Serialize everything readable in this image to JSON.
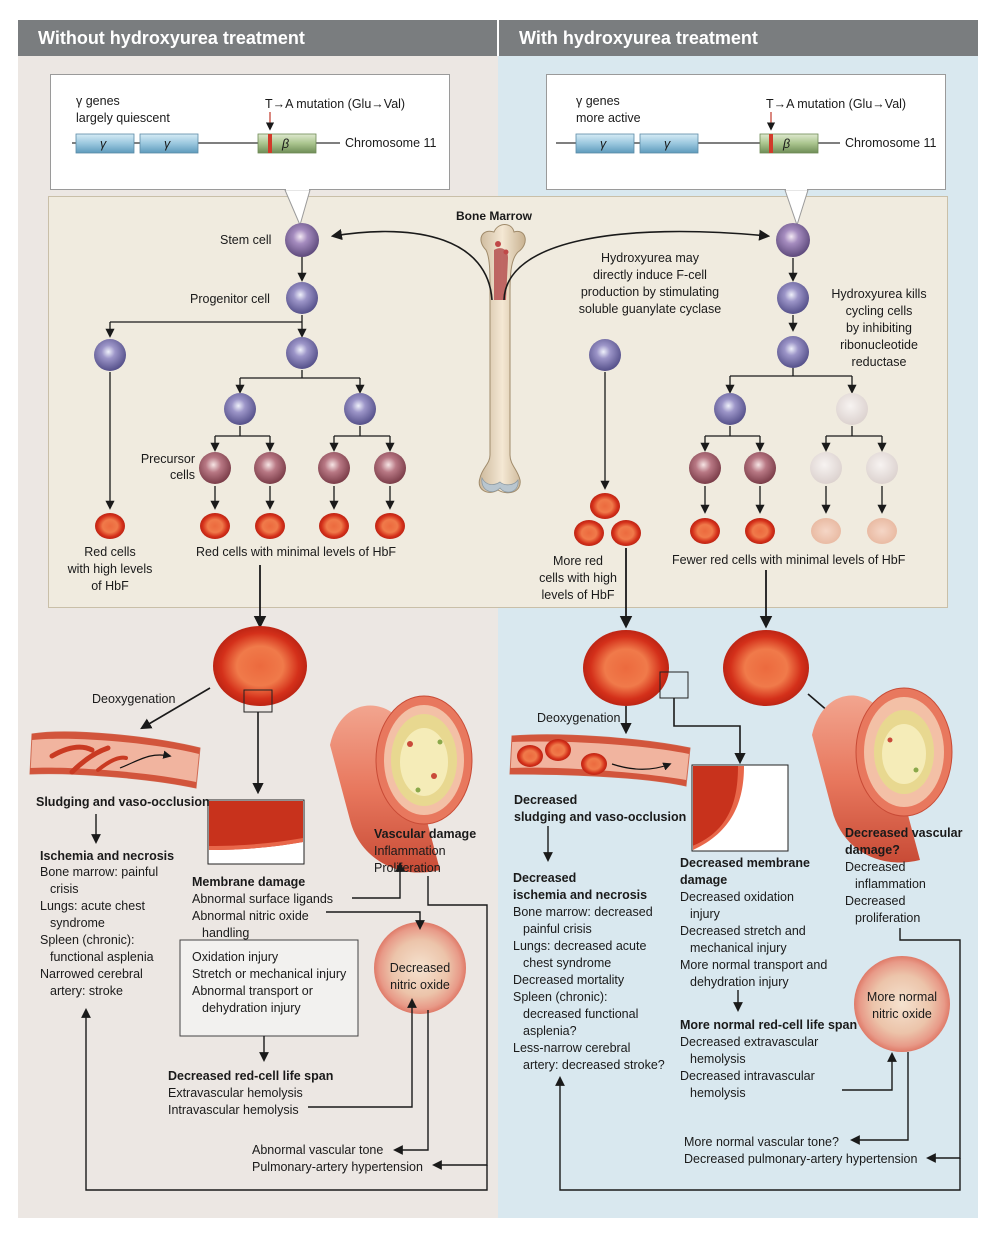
{
  "headers": {
    "left": "Without hydroxyurea treatment",
    "right": "With hydroxyurea treatment"
  },
  "chromosome": {
    "gene_gamma": "γ",
    "gene_beta": "β",
    "mutation": "T→A mutation (Glu→Val)",
    "label": "Chromosome 11",
    "left_gamma_note": [
      "γ genes",
      "largely quiescent"
    ],
    "right_gamma_note": [
      "γ genes",
      "more active"
    ]
  },
  "marrow": {
    "title": "Bone Marrow",
    "stem_cell": "Stem cell",
    "progenitor_cell": "Progenitor cell",
    "precursor_cells": [
      "Precursor",
      "cells"
    ],
    "left_high_hbf": [
      "Red cells",
      "with high levels",
      "of HbF"
    ],
    "left_minimal_hbf": "Red cells with minimal levels of HbF",
    "hu_induce": [
      "Hydroxyurea may",
      "directly induce F-cell",
      "production by stimulating",
      "soluble guanylate cyclase"
    ],
    "hu_kills": [
      "Hydroxyurea kills",
      "cycling cells",
      "by inhibiting",
      "ribonucleotide",
      "reductase"
    ],
    "right_more_red": [
      "More red",
      "cells with high",
      "levels of HbF"
    ],
    "right_fewer": "Fewer red cells with minimal levels of HbF"
  },
  "left": {
    "deoxygenation": "Deoxygenation",
    "sludging": "Sludging and vaso-occlusion",
    "ischemia_title": "Ischemia and necrosis",
    "ischemia_lines": [
      "Bone marrow: painful",
      "crisis",
      "Lungs: acute chest",
      "syndrome",
      "Spleen (chronic):",
      "functional asplenia",
      "Narrowed cerebral",
      "artery: stroke"
    ],
    "membrane_title": "Membrane damage",
    "membrane_lines": [
      "Abnormal surface ligands",
      "Abnormal nitric oxide",
      "handling"
    ],
    "injury_box": [
      "Oxidation injury",
      "Stretch or mechanical injury",
      "Abnormal transport or",
      "dehydration injury"
    ],
    "lifespan_title": "Decreased red-cell life span",
    "lifespan_lines": [
      "Extravascular hemolysis",
      "Intravascular hemolysis"
    ],
    "vascular_title": "Vascular damage",
    "vascular_lines": [
      "Inflammation",
      "Proliferation"
    ],
    "no_circle": [
      "Decreased",
      "nitric oxide"
    ],
    "tone_lines": [
      "Abnormal vascular tone",
      "Pulmonary-artery hypertension"
    ]
  },
  "right": {
    "deoxygenation": "Deoxygenation",
    "sludging": [
      "Decreased",
      "sludging and vaso-occlusion"
    ],
    "ischemia_title": [
      "Decreased",
      "ischemia and necrosis"
    ],
    "ischemia_lines": [
      "Bone marrow: decreased",
      "painful crisis",
      "Lungs: decreased acute",
      "chest syndrome",
      "Decreased mortality",
      "Spleen (chronic):",
      "decreased functional",
      "asplenia?",
      "Less-narrow cerebral",
      "artery: decreased stroke?"
    ],
    "membrane_title": [
      "Decreased membrane",
      "damage"
    ],
    "membrane_lines": [
      "Decreased oxidation",
      "injury",
      "Decreased stretch and",
      "mechanical injury",
      "More normal transport and",
      "dehydration injury"
    ],
    "lifespan_title": "More normal red-cell life span",
    "lifespan_lines": [
      "Decreased extravascular",
      "hemolysis",
      "Decreased intravascular",
      "hemolysis"
    ],
    "vascular_title": [
      "Decreased vascular",
      "damage?"
    ],
    "vascular_lines": [
      "Decreased",
      "inflammation",
      "Decreased",
      "proliferation"
    ],
    "no_circle": [
      "More normal",
      "nitric oxide"
    ],
    "tone_lines": [
      "More normal vascular tone?",
      "Decreased pulmonary-artery hypertension"
    ]
  },
  "colors": {
    "header": "#7a7d7f",
    "left_panel": "#ece7e3",
    "right_panel": "#d9e8ef",
    "marrow_bg": "#f0ebdf",
    "red_cell": "#d9381e",
    "stem_cell": "#8e7aa9",
    "precursor": "#a8606e"
  }
}
